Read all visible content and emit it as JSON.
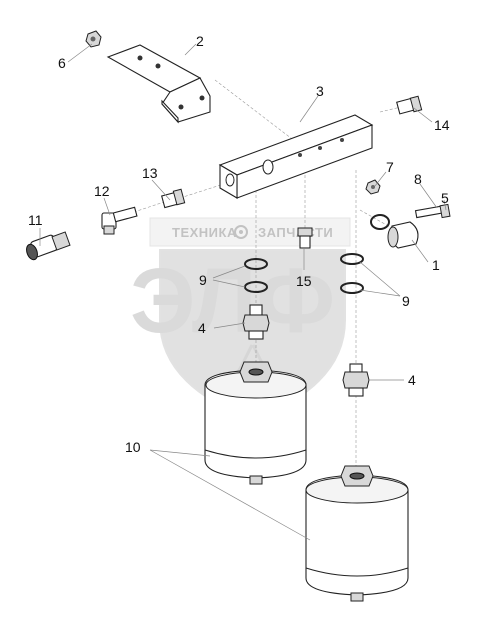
{
  "watermark": {
    "left_text": "ТЕХНИКА",
    "right_text": "ЗАПЧАСТИ",
    "big_text": "ЭЛФ",
    "gear_icon": "gear-icon"
  },
  "callouts": [
    {
      "id": "1",
      "label": "1"
    },
    {
      "id": "2",
      "label": "2"
    },
    {
      "id": "3",
      "label": "3"
    },
    {
      "id": "4a",
      "label": "4"
    },
    {
      "id": "4b",
      "label": "4"
    },
    {
      "id": "5",
      "label": "5"
    },
    {
      "id": "6",
      "label": "6"
    },
    {
      "id": "7",
      "label": "7"
    },
    {
      "id": "8",
      "label": "8"
    },
    {
      "id": "9a",
      "label": "9"
    },
    {
      "id": "9b",
      "label": "9"
    },
    {
      "id": "10",
      "label": "10"
    },
    {
      "id": "11",
      "label": "11"
    },
    {
      "id": "12",
      "label": "12"
    },
    {
      "id": "13",
      "label": "13"
    },
    {
      "id": "14",
      "label": "14"
    },
    {
      "id": "15",
      "label": "15"
    }
  ]
}
